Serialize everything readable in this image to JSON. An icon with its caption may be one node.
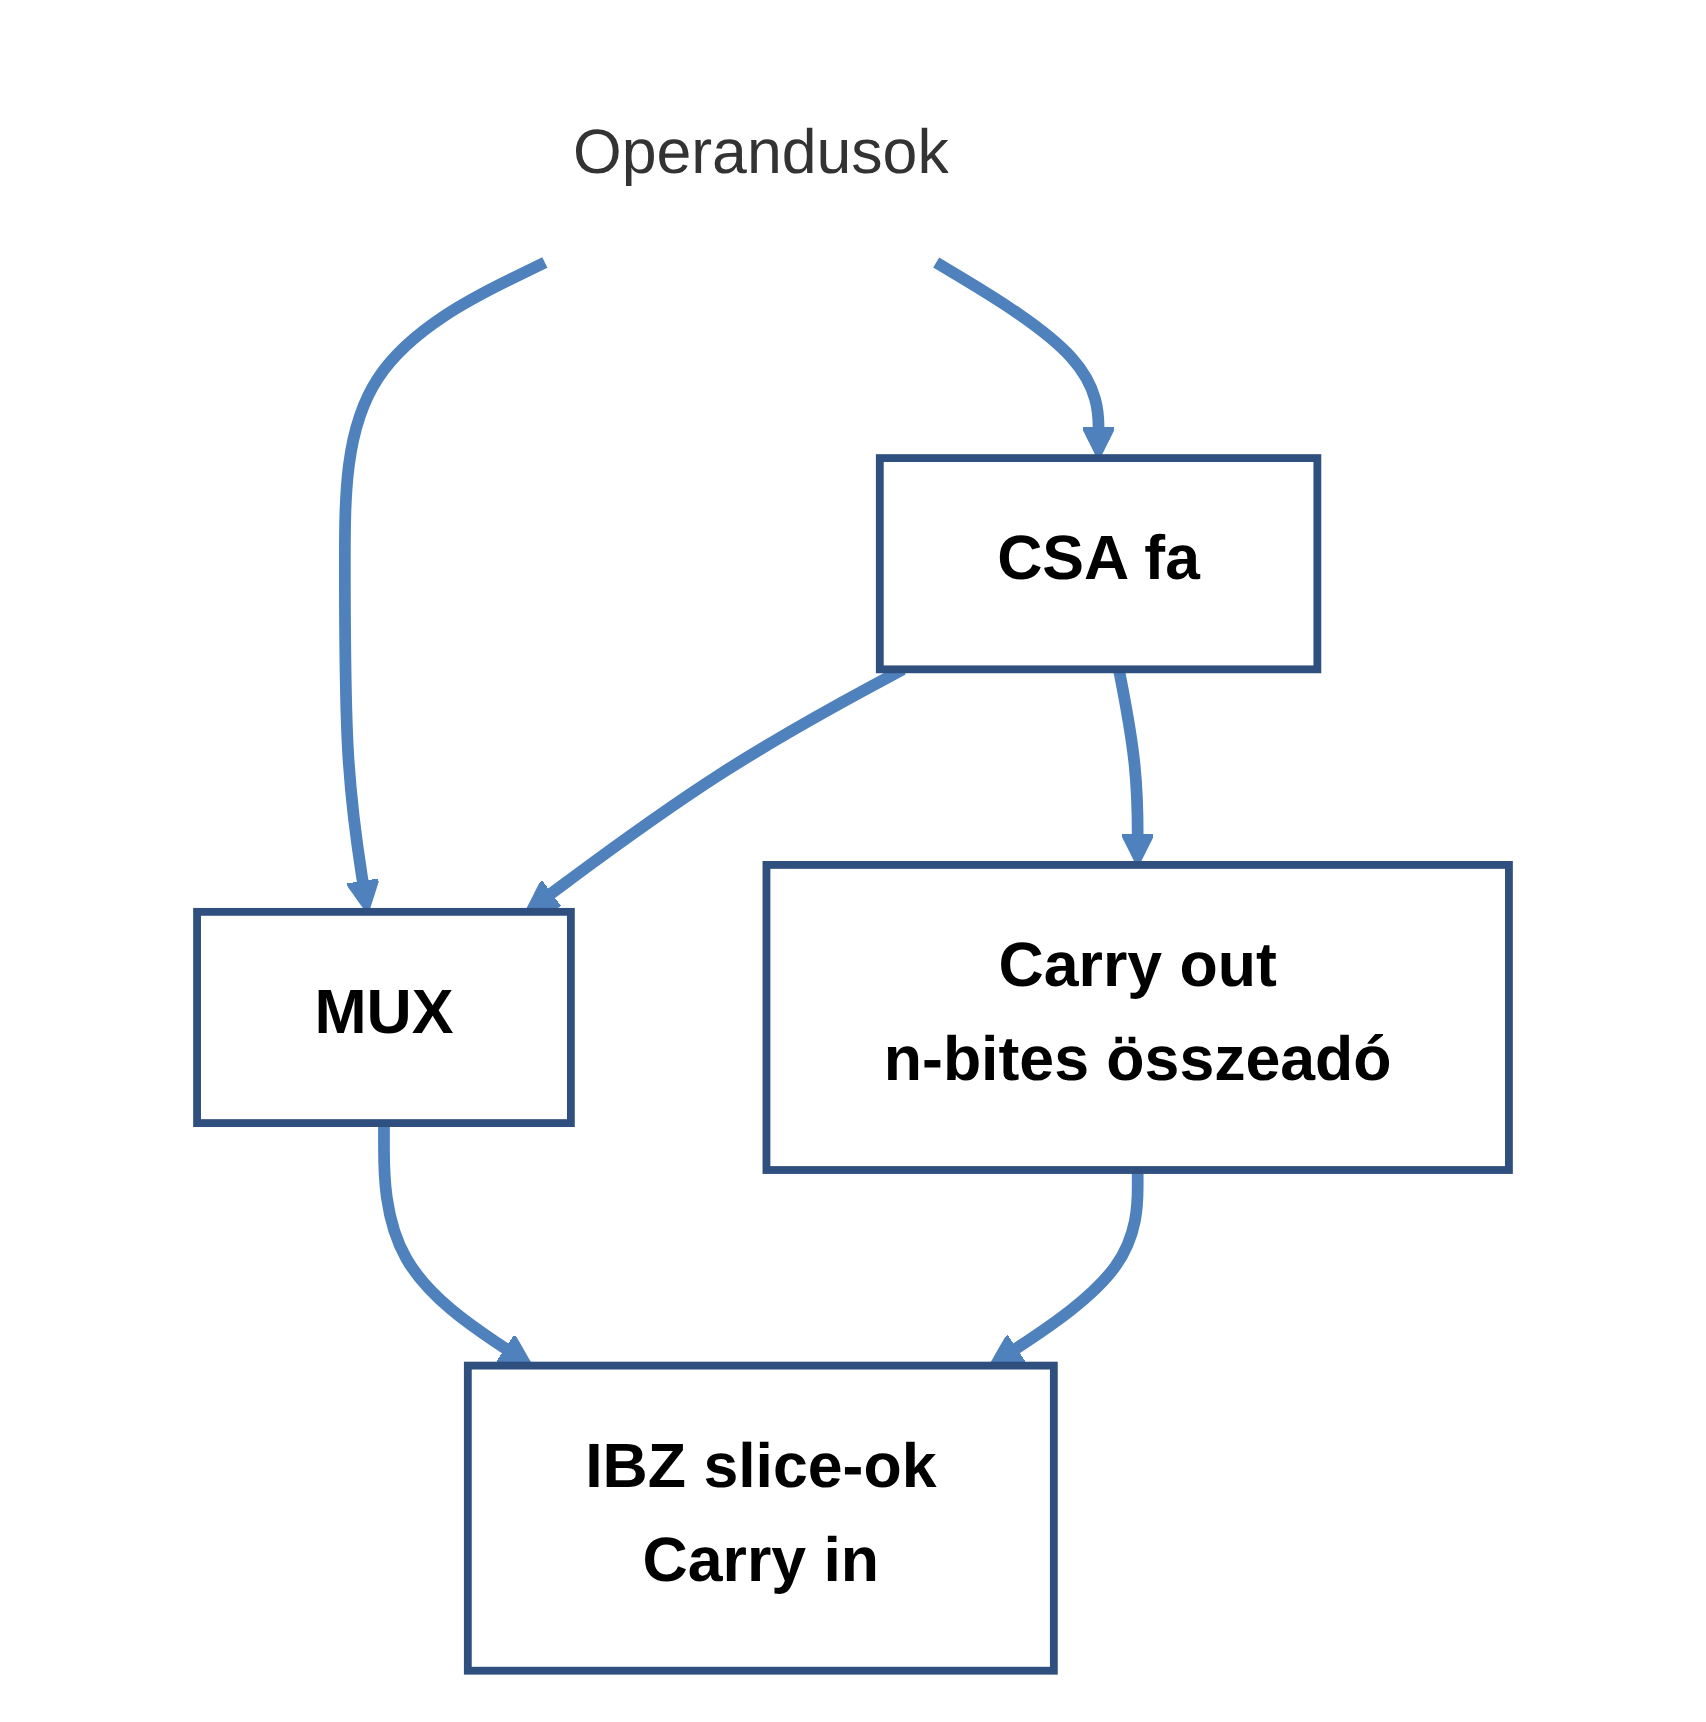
{
  "diagram": {
    "nodes": [
      {
        "text": [
          "Operandusok"
        ]
      },
      {
        "text": [
          "CSA fa"
        ]
      },
      {
        "text": [
          "MUX"
        ]
      },
      {
        "text": [
          "IBZ slice-ok",
          "Carry in"
        ]
      },
      {
        "text": [
          "Carry out",
          "n-bites összeadó"
        ]
      }
    ],
    "edges": [
      {
        "from": 0,
        "to": 1,
        "arrow": "to"
      },
      {
        "from": 0,
        "to": 2,
        "arrow": "to"
      },
      {
        "from": 1,
        "to": 2,
        "arrow": "to"
      },
      {
        "from": 1,
        "to": 4,
        "arrow": "to"
      },
      {
        "from": 2,
        "to": 3,
        "arrow": "to"
      },
      {
        "from": 4,
        "to": 3,
        "arrow": "to"
      }
    ]
  }
}
